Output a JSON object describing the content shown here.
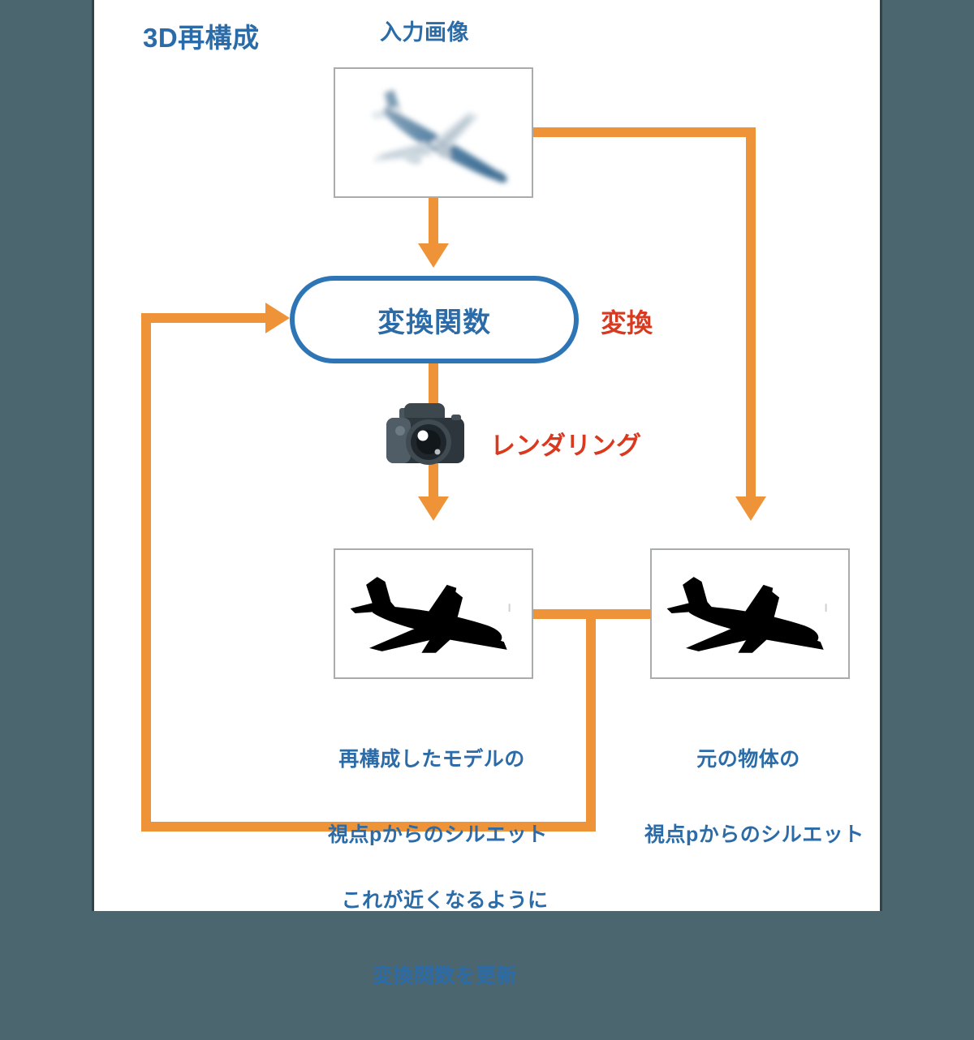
{
  "slide": {
    "title": "3D再構成",
    "background_color": "#ffffff",
    "page_surround_color": "#4c666f"
  },
  "palette": {
    "blue_text": "#2b6ca8",
    "blue_box_border": "#2e75b6",
    "red_text": "#d93a1f",
    "orange_connector": "#ef9338",
    "image_border": "#a8acad"
  },
  "nodes": {
    "input_image": {
      "label": "入力画像",
      "icon": "airplane-photo",
      "description": "blurry color photograph of a blue and white passenger airplane"
    },
    "transform_function": {
      "label": "変換関数",
      "annotation": "変換"
    },
    "render_step": {
      "icon": "camera-icon",
      "annotation": "レンダリング"
    },
    "reconstructed_silhouette": {
      "caption_line1": "再構成したモデルの",
      "caption_line2": "視点pからのシルエット",
      "icon": "airplane-silhouette"
    },
    "original_silhouette": {
      "caption_line1": "元の物体の",
      "caption_line2": "視点pからのシルエット",
      "icon": "airplane-silhouette"
    },
    "feedback": {
      "caption_line1": "これが近くなるように",
      "caption_line2": "変換関数を更新"
    }
  }
}
